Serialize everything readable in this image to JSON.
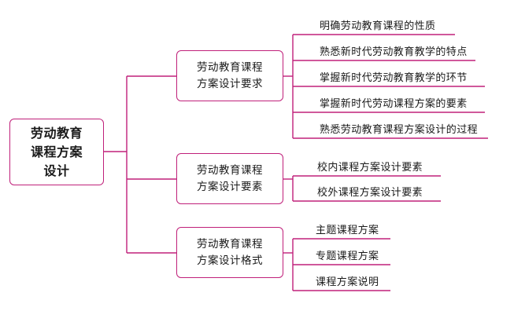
{
  "root": {
    "line1": "劳动教育",
    "line2": "课程方案设计"
  },
  "branches": [
    {
      "line1": "劳动教育课程",
      "line2": "方案设计要求",
      "leaves": [
        "明确劳动教育课程的性质",
        "熟悉新时代劳动教育教学的特点",
        "掌握新时代劳动教育教学的环节",
        "掌握新时代劳动课程方案的要素",
        "熟悉劳动教育课程方案设计的过程"
      ]
    },
    {
      "line1": "劳动教育课程",
      "line2": "方案设计要素",
      "leaves": [
        "校内课程方案设计要素",
        "校外课程方案设计要素"
      ]
    },
    {
      "line1": "劳动教育课程",
      "line2": "方案设计格式",
      "leaves": [
        "主题课程方案",
        "专题课程方案",
        "课程方案说明"
      ]
    }
  ],
  "colors": {
    "line": "#c0207a",
    "text": "#1a1a1a"
  }
}
